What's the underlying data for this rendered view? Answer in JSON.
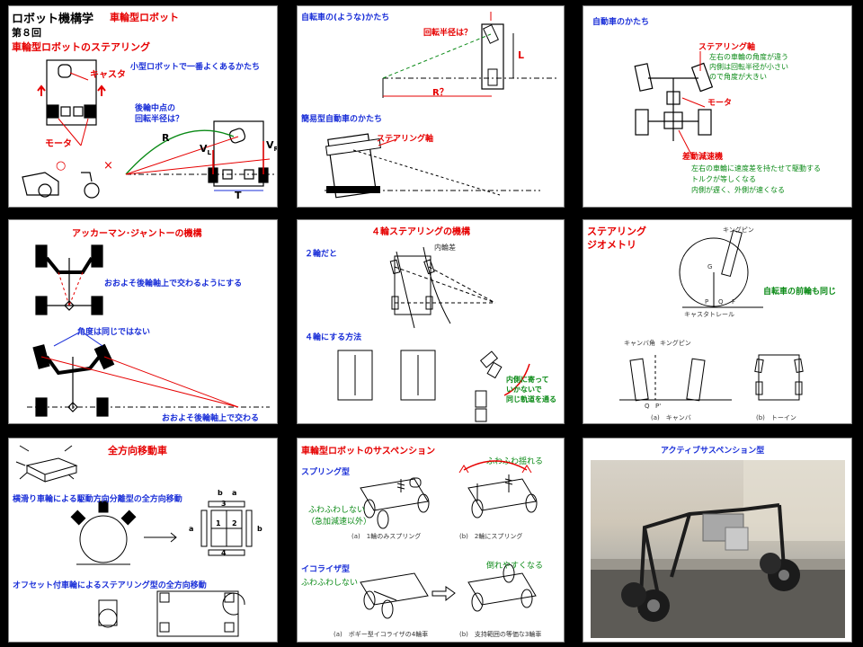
{
  "slide1": {
    "title": "ロボット機構学",
    "chapter_label": "第８回",
    "subtitle": "車輪型ロボット",
    "heading": "車輪型ロボットのステアリング",
    "caster": "キャスタ",
    "motor": "モータ",
    "note_common": "小型ロボットで一番よくあるかたち",
    "note_radius_1": "後輪中点の",
    "note_radius_2": "回転半径は？",
    "label_R": "R",
    "label_T": "T",
    "label_VL": "V",
    "label_VL_sub": "L",
    "label_VR": "V",
    "label_VR_sub": "R",
    "mark_ok": "○",
    "mark_ng": "×"
  },
  "slide2": {
    "heading1": "自転車の(ような)かたち",
    "radius_q": "回転半径は？",
    "label_L": "L",
    "label_R": "R？",
    "heading2": "簡易型自動車のかたち",
    "steering_shaft": "ステアリング軸"
  },
  "slide3": {
    "heading": "自動車のかたち",
    "steering_shaft": "ステアリング軸",
    "angle_note_1": "左右の車輪の角度が違う",
    "angle_note_2": "内側は回転半径が小さい",
    "angle_note_3": "ので角度が大きい",
    "motor": "モータ",
    "diff": "差動減速機",
    "diff_note_1": "左右の車輪に速度差を持たせて駆動する",
    "diff_note_2": "トルクが等しくなる",
    "diff_note_3": "内側が遅く、外側が速くなる"
  },
  "slide4": {
    "heading": "アッカーマン･ジャントーの機構",
    "note1": "おおよそ後輪軸上で交わるようにする",
    "note2": "角度は同じではない",
    "note3": "おおよそ後輪軸上で交わる"
  },
  "slide5": {
    "heading": "４輪ステアリングの機構",
    "two_wheel": "２輪だと",
    "inner_diff": "内輪差",
    "four_wheel": "４輪にする方法",
    "note_1": "内側に寄って",
    "note_2": "いかないで",
    "note_3": "同じ軌道を通る"
  },
  "slide6": {
    "heading_1": "ステアリング",
    "heading_2": "ジオメトリ",
    "kingpin": "キングピン",
    "caster_trail": "キャスタトレール",
    "same_bike": "自転車の前輪も同じ",
    "camber_angle": "キャンバ角",
    "kingpin2": "キングピン",
    "cap_a": "(a)　キャンバ",
    "cap_b": "(b)　トーイン",
    "lbl_G": "G",
    "lbl_P": "P",
    "lbl_Q": "Q",
    "lbl_F": "F",
    "lbl_Qp": "Q",
    "lbl_Pp": "P'"
  },
  "slide7": {
    "heading": "全方向移動車",
    "sub1": "横滑り車輪による駆動方向分離型の全方向移動",
    "sub2": "オフセット付車輪によるステアリング型の全方向移動",
    "n1": "1",
    "n2": "2",
    "n3": "3",
    "n4": "4",
    "la": "a",
    "lb": "b"
  },
  "slide8": {
    "heading": "車輪型ロボットのサスペンション",
    "spring_type": "スプリング型",
    "fuwa_swing": "ふわふわ揺れる",
    "no_fuwa": "ふわふわしない",
    "no_fuwa_note": "（急加減速以外）",
    "cap_a1": "(a)　1輪のみスプリング",
    "cap_b1": "(b)　2輪にスプリング",
    "equalizer": "イコライザ型",
    "no_fuwa2": "ふわふわしない",
    "tips_easy": "倒れやすくなる",
    "cap_a2": "(a)　ボギー型イコライザの4輪車",
    "cap_b2": "(b)　支持範囲の等価な3輪車"
  },
  "slide9": {
    "heading": "アクティブサスペンション型"
  }
}
